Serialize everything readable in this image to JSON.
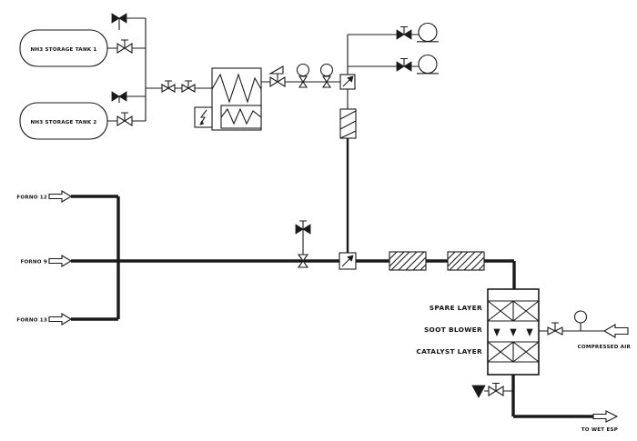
{
  "diagram": {
    "background": "#ffffff",
    "line_color": "#1a1a1a",
    "tanks": {
      "tank1": "NH3 STORAGE TANK 1",
      "tank2": "NH3 STORAGE TANK 2"
    },
    "inlets": {
      "top": "FORNO 12",
      "middle": "FORNO 9",
      "bottom": "FORNO 13"
    },
    "reactor": {
      "spare_layer": "SPARE LAYER",
      "soot_blower": "SOOT BLOWER",
      "catalyst_layer": "CATALYST LAYER"
    },
    "utilities": {
      "compressed_air": "COMPRESSED AIR"
    },
    "outlet": {
      "to_wet_esp": "TO WET ESP"
    },
    "symbols": {
      "storage-tank": "capsule-outline",
      "shutoff-valve": "filled-bowtie",
      "hand-valve": "bowtie-with-t-handle",
      "control-valve": "bowtie-with-flag-actuator",
      "pressure-gauge": "circle-on-stem",
      "electric-heater": "box-with-lightning-bolt",
      "vaporizer": "box-with-zigzag-coil",
      "injector-mixer": "box-with-diagonal-arrow",
      "strainer": "box-with-diagonal-hatch",
      "static-mixer": "box-with-diagonal-hatch",
      "pump": "circle-with-base-line",
      "catalyst-bed": "box-with-x-cross",
      "soot-blower-nozzles": "row-of-filled-triangles",
      "drain-funnel": "filled-inverted-triangle",
      "flow-arrow": "open-outline-arrow"
    }
  }
}
